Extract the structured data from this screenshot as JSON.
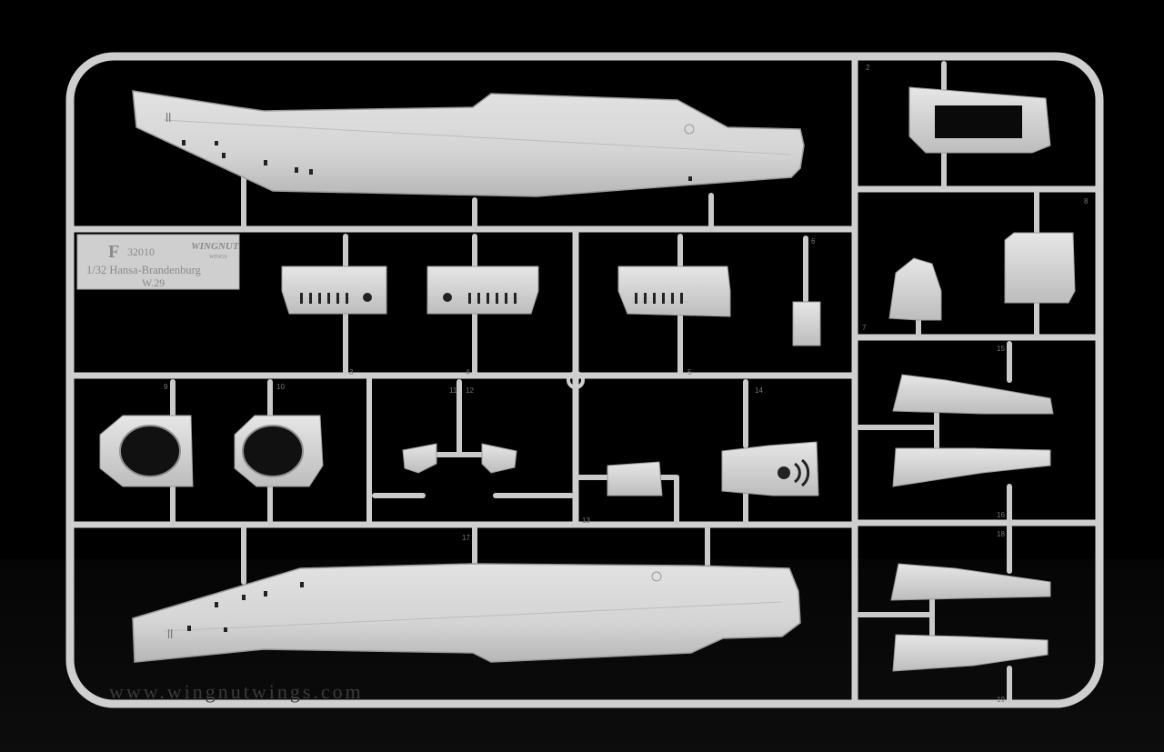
{
  "tag": {
    "letter": "F",
    "kit_number": "32010",
    "title_line": "1/32 Hansa-Brandenburg",
    "model": "W.29",
    "brand_top": "WINGNUT",
    "brand_bottom": "WINGS"
  },
  "watermark": "www.wingnutwings.com",
  "part_numbers": [
    "2",
    "3",
    "4",
    "5",
    "6",
    "7",
    "8",
    "9",
    "10",
    "11",
    "12",
    "13",
    "14",
    "15",
    "16",
    "17",
    "18",
    "19"
  ],
  "colors": {
    "background": "#000000",
    "plastic": "#d8d8d8",
    "plastic_shadow": "#a9a9a9"
  }
}
